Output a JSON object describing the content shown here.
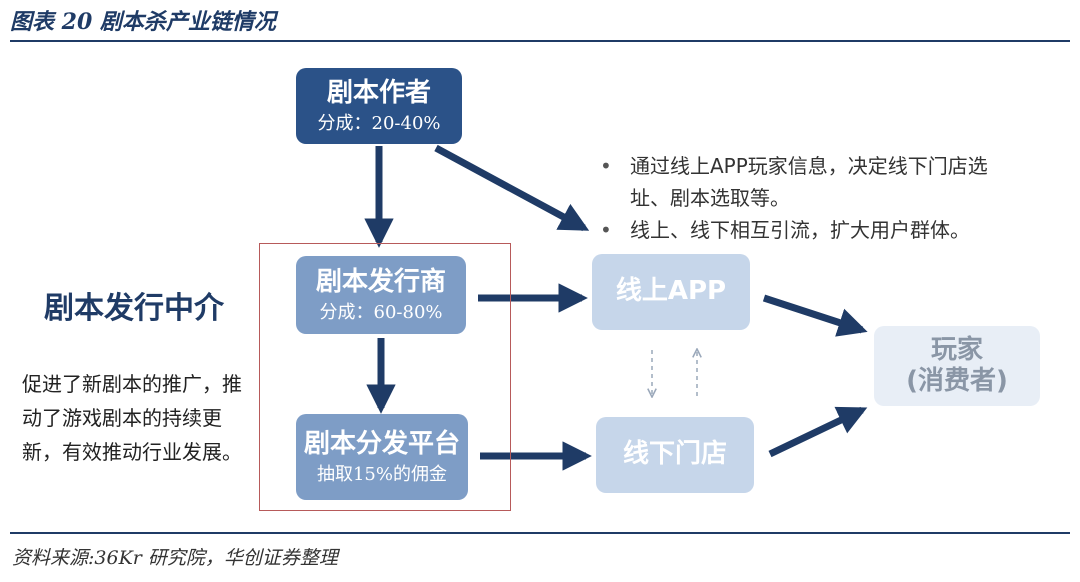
{
  "title": "图表 20   剧本杀产业链情况",
  "source": "资料来源:36Kr 研究院，华创证券整理",
  "nodes": {
    "author": {
      "label": "剧本作者",
      "sub": "分成：20-40%"
    },
    "publisher": {
      "label": "剧本发行商",
      "sub": "分成：60-80%"
    },
    "distribution": {
      "label": "剧本分发平台",
      "sub": "抽取15%的佣金"
    },
    "online": {
      "label": "线上APP"
    },
    "offline": {
      "label": "线下门店"
    },
    "player": {
      "label": "玩家",
      "sub": "(消费者)"
    }
  },
  "intermediary": {
    "title": "剧本发行中介",
    "description": "促进了新剧本的推广，推动了游戏剧本的持续更新，有效推动行业发展。"
  },
  "bullets": [
    "通过线上APP玩家信息，决定线下门店选址、剧本选取等。",
    "线上、线下相互引流，扩大用户群体。"
  ],
  "colors": {
    "dark_blue": "#2b5288",
    "mid_blue": "#7e9dc6",
    "light_blue": "#c6d6ea",
    "pale_blue": "#e8eef6",
    "arrow": "#1f3b66",
    "frame_red": "#b75a5a"
  }
}
